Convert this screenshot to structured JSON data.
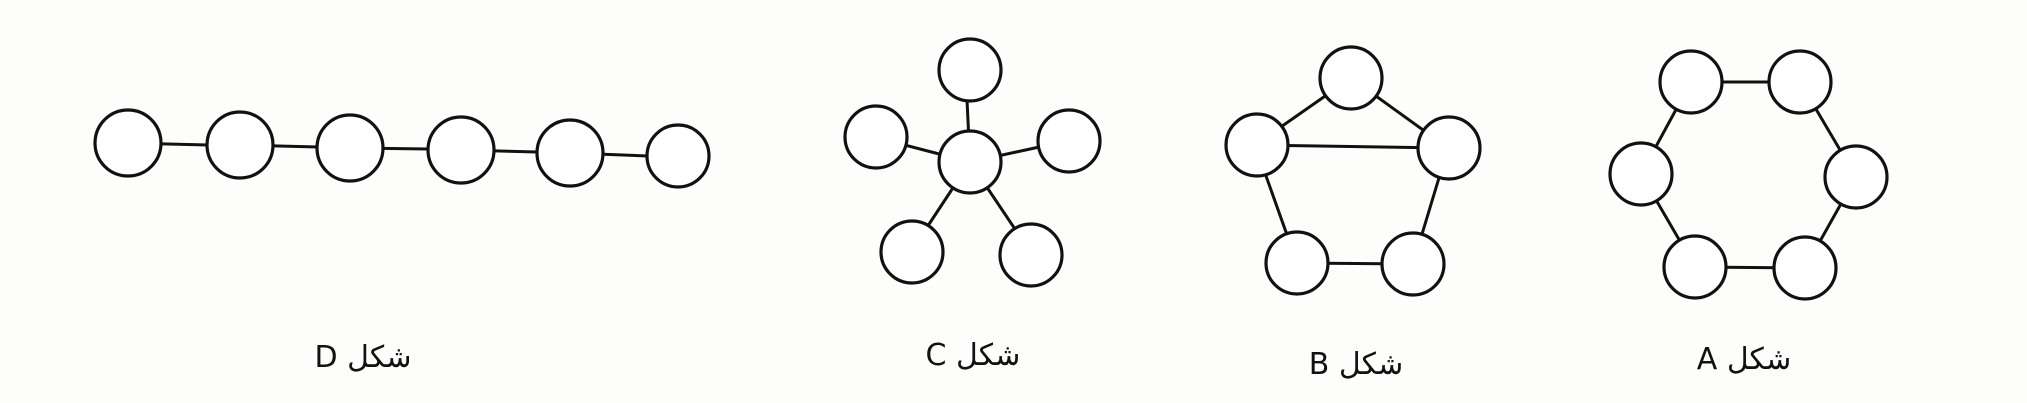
{
  "figures": [
    {
      "id": "A",
      "caption": "شکل A"
    },
    {
      "id": "B",
      "caption": "شکل B"
    },
    {
      "id": "C",
      "caption": "شکل C"
    },
    {
      "id": "D",
      "caption": "شکل D"
    }
  ]
}
